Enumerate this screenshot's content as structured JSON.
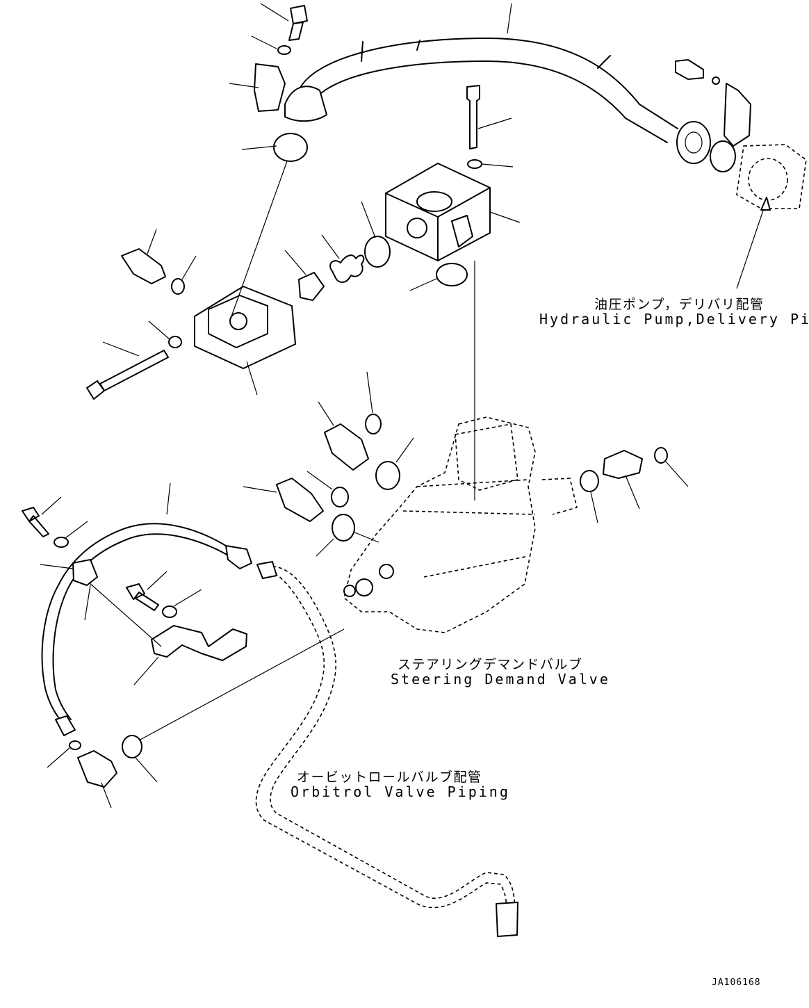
{
  "labels": {
    "hydraulic_pump_jp": "油圧ポンプ，デリバリ配管",
    "hydraulic_pump_en": "Hydraulic Pump,Delivery Piping",
    "steering_valve_jp": "ステアリングデマンドバルブ",
    "steering_valve_en": "Steering Demand Valve",
    "orbitrol_jp": "オービットロールバルブ配管",
    "orbitrol_en": "Orbitrol Valve Piping"
  },
  "figure_id": "JA106168"
}
